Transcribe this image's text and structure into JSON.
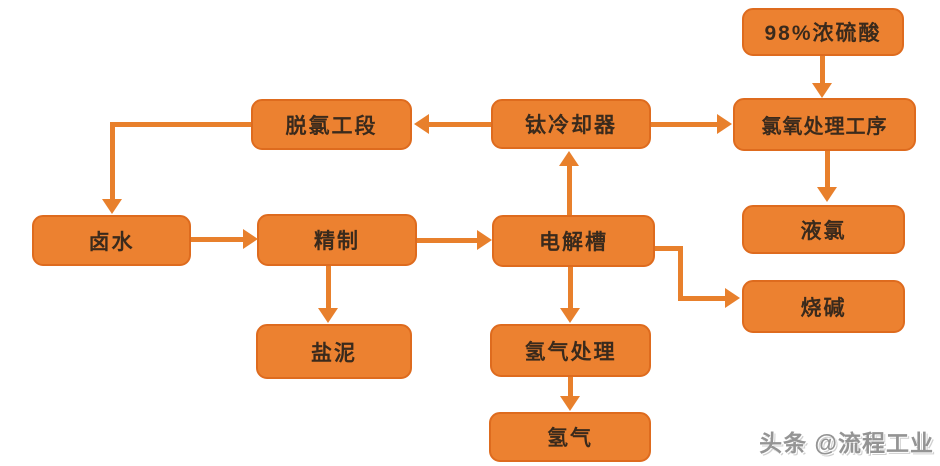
{
  "diagram": {
    "type": "flowchart",
    "topic": "chlor-alkali-process",
    "colors": {
      "node_fill": "#EC8130",
      "node_border": "#DE6B1E",
      "arrow": "#E8802C",
      "text": "#3A2A1C",
      "background": "#FFFFFF",
      "watermark": "#949494"
    },
    "nodes": {
      "sulfuric_acid": {
        "label": "98%浓硫酸"
      },
      "dechlorination": {
        "label": "脱氯工段"
      },
      "titanium_cooler": {
        "label": "钛冷却器"
      },
      "chlorine_treatment": {
        "label": "氯氧处理工序"
      },
      "brine": {
        "label": "卤水"
      },
      "refining": {
        "label": "精制"
      },
      "electrolyzer": {
        "label": "电解槽"
      },
      "liquid_chlorine": {
        "label": "液氯"
      },
      "caustic_soda": {
        "label": "烧碱"
      },
      "salt_mud": {
        "label": "盐泥"
      },
      "hydrogen_treatment": {
        "label": "氢气处理"
      },
      "hydrogen": {
        "label": "氢气"
      }
    },
    "edges": [
      {
        "from": "sulfuric_acid",
        "to": "chlorine_treatment"
      },
      {
        "from": "titanium_cooler",
        "to": "dechlorination"
      },
      {
        "from": "titanium_cooler",
        "to": "chlorine_treatment"
      },
      {
        "from": "dechlorination",
        "to": "brine"
      },
      {
        "from": "brine",
        "to": "refining"
      },
      {
        "from": "refining",
        "to": "electrolyzer"
      },
      {
        "from": "refining",
        "to": "salt_mud"
      },
      {
        "from": "electrolyzer",
        "to": "titanium_cooler"
      },
      {
        "from": "electrolyzer",
        "to": "hydrogen_treatment"
      },
      {
        "from": "electrolyzer",
        "to": "caustic_soda"
      },
      {
        "from": "chlorine_treatment",
        "to": "liquid_chlorine"
      },
      {
        "from": "hydrogen_treatment",
        "to": "hydrogen"
      }
    ]
  },
  "watermark": {
    "text": "头条 @流程工业"
  }
}
